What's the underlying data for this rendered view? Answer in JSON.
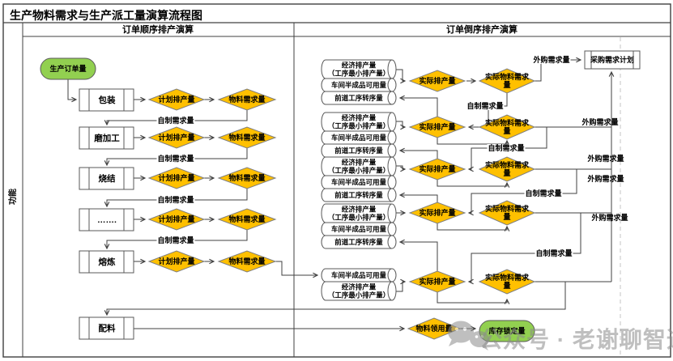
{
  "title": "生产物料需求与生产派工量演算流程图",
  "lanes": {
    "function_label": "功能",
    "left_header": "订单顺序排产演算",
    "right_header": "订单倒序排产演算"
  },
  "left": {
    "start": "生产订单量",
    "processes": [
      "包装",
      "磨加工",
      "烧结",
      "…….",
      "熔炼",
      "配料"
    ],
    "planned_qty": "计划排产量",
    "material_qty": "物料需求量",
    "self_made_qty": "自制需求量"
  },
  "right": {
    "economic_qty_line1": "经济排产量",
    "economic_qty_line2": "（工序最小排产量）",
    "wip_available": "车间半成品可用量",
    "prev_transfer": "前道工序转序量",
    "actual_sched": "实际排产量",
    "actual_material": "实际物料需求量",
    "outsourced_qty": "外购需求量",
    "self_made_qty": "自制需求量",
    "purchase_plan": "采购需求计划",
    "material_requisition": "物料领用量",
    "stock_locked": "库存锁定量"
  },
  "watermark": "公众号 · 老谢聊智造",
  "colors": {
    "diamond_fill": "#FFC000",
    "green_fill": "#92D050",
    "line": "#404040",
    "shape_stroke": "#595959"
  }
}
